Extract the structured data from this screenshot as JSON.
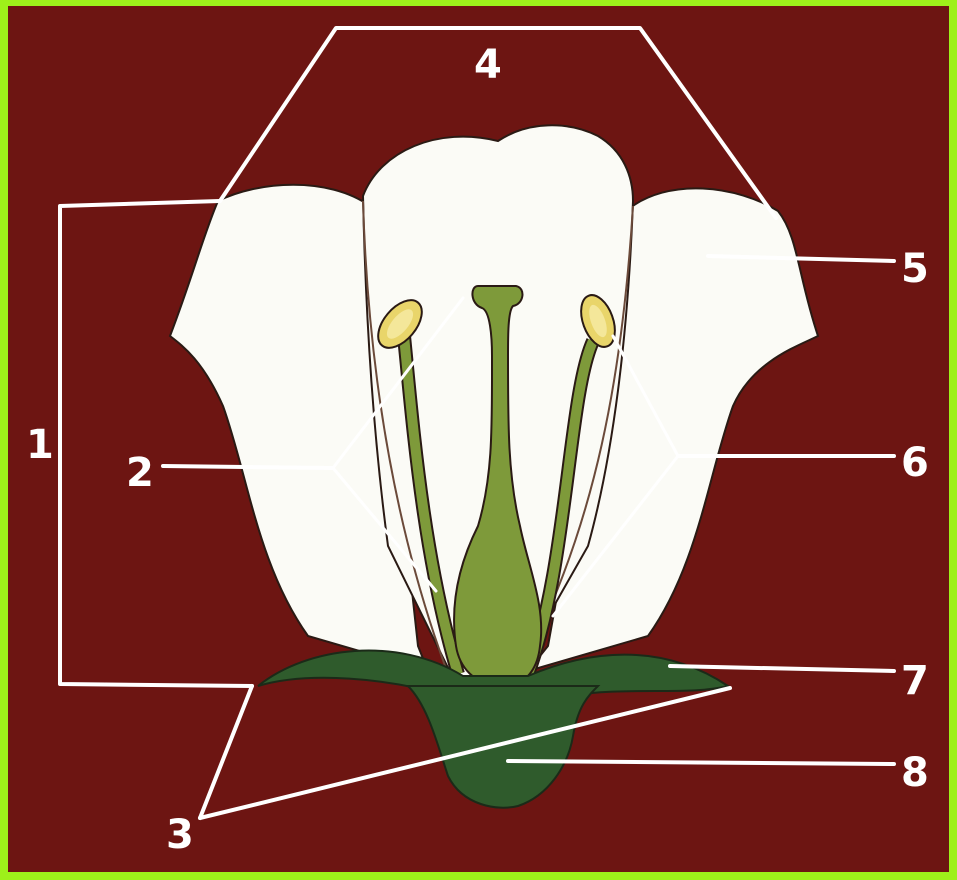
{
  "diagram": {
    "labels": [
      {
        "id": "1",
        "text": "1"
      },
      {
        "id": "2",
        "text": "2"
      },
      {
        "id": "3",
        "text": "3"
      },
      {
        "id": "4",
        "text": "4"
      },
      {
        "id": "5",
        "text": "5"
      },
      {
        "id": "6",
        "text": "6"
      },
      {
        "id": "7",
        "text": "7"
      },
      {
        "id": "8",
        "text": "8"
      }
    ],
    "colors": {
      "border": "#9ef01a",
      "background": "#6d1512",
      "petal": "#fbfbf6",
      "pistil": "#7e9a3a",
      "anther": "#e9d56a",
      "sepal": "#2f5b2c",
      "receptacle": "#2f5b2c",
      "leader": "#ffffff"
    }
  }
}
